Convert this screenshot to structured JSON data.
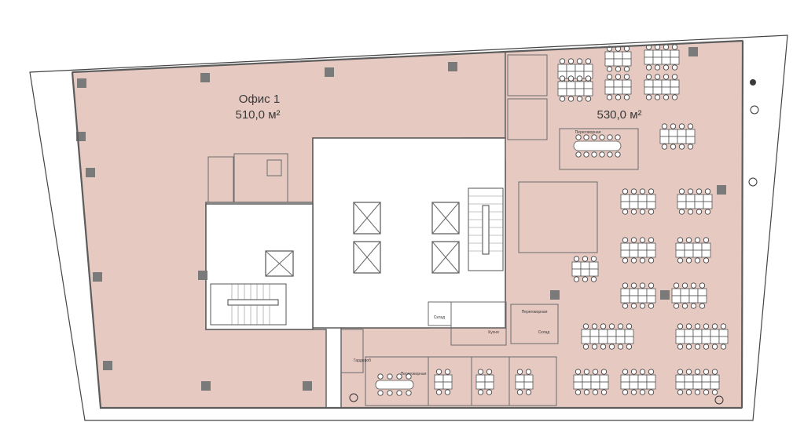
{
  "office1": {
    "name": "Офис 1",
    "area": "510,0 м²"
  },
  "office2": {
    "area": "530,0 м²"
  },
  "rooms": {
    "meeting_top": "Переговорная",
    "meeting_mid": "Переговорная",
    "meeting_bottom": "Переговорная",
    "kitchen": "Кухня",
    "storage_left": "Склад",
    "storage_right": "Склад",
    "wardrobe": "Гардероб"
  },
  "colors": {
    "office_fill": "#e6c9c1",
    "core_fill": "#ffffff",
    "wall": "#5c5c5c",
    "column": "#7a7a7a"
  },
  "icons": [
    "elevator-icon",
    "stair-icon",
    "desk-icon",
    "chair-icon",
    "plant-icon",
    "column-icon"
  ]
}
